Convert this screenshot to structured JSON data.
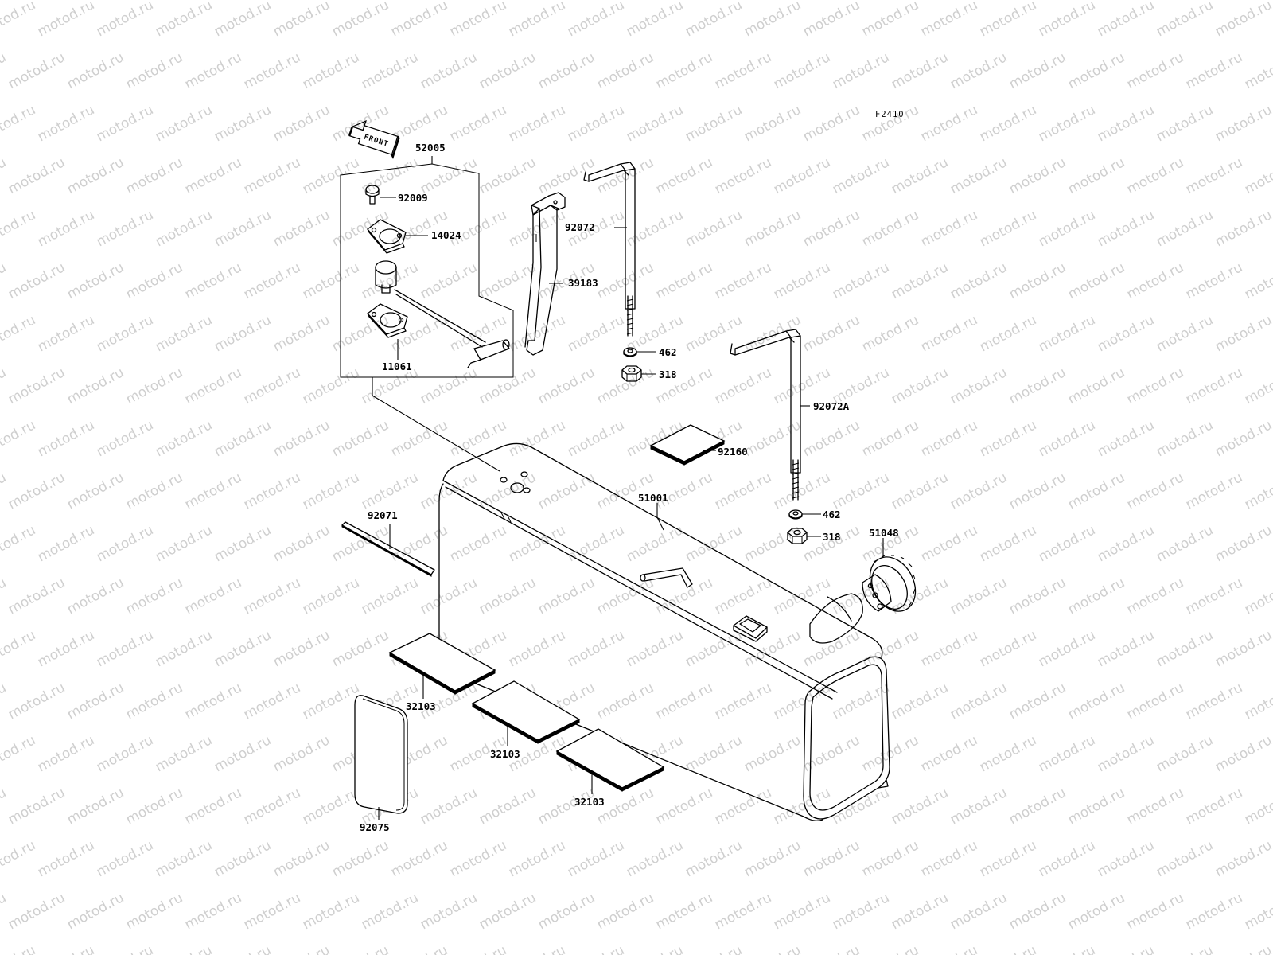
{
  "figure_code": "F2410",
  "watermark_text": "motod.ru",
  "front_label": "FRONT",
  "callouts": [
    {
      "id": "c-52005",
      "text": "52005"
    },
    {
      "id": "c-92009",
      "text": "92009"
    },
    {
      "id": "c-14024",
      "text": "14024"
    },
    {
      "id": "c-11061",
      "text": "11061"
    },
    {
      "id": "c-92072",
      "text": "92072"
    },
    {
      "id": "c-39183",
      "text": "39183"
    },
    {
      "id": "c-462-a",
      "text": "462"
    },
    {
      "id": "c-318-a",
      "text": "318"
    },
    {
      "id": "c-92072A",
      "text": "92072A"
    },
    {
      "id": "c-92160",
      "text": "92160"
    },
    {
      "id": "c-51001",
      "text": "51001"
    },
    {
      "id": "c-462-b",
      "text": "462"
    },
    {
      "id": "c-318-b",
      "text": "318"
    },
    {
      "id": "c-51048",
      "text": "51048"
    },
    {
      "id": "c-92071",
      "text": "92071"
    },
    {
      "id": "c-32103-a",
      "text": "32103"
    },
    {
      "id": "c-32103-b",
      "text": "32103"
    },
    {
      "id": "c-32103-c",
      "text": "32103"
    },
    {
      "id": "c-92075",
      "text": "92075"
    }
  ]
}
